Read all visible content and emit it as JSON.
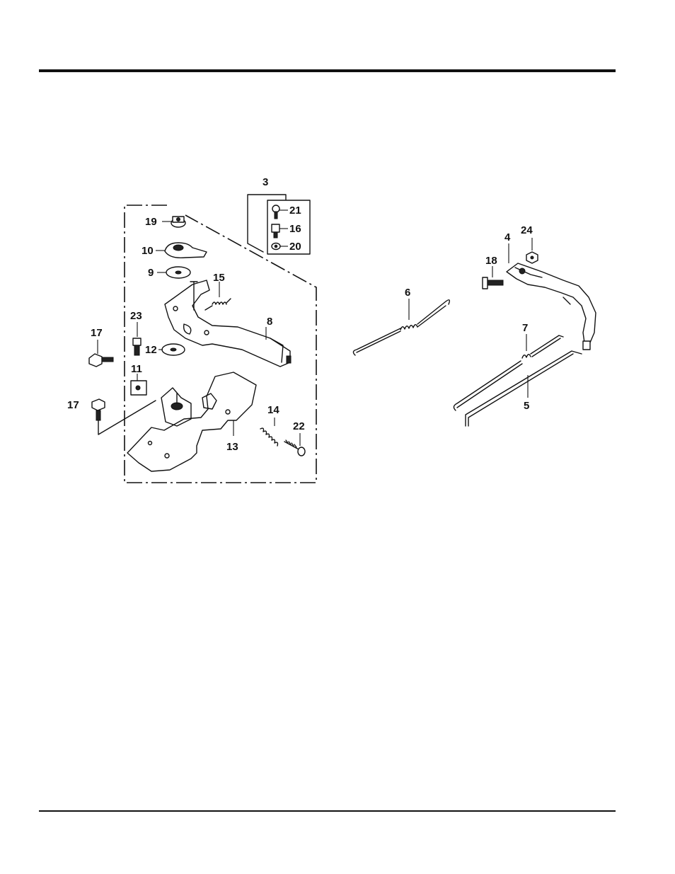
{
  "diagram": {
    "callouts": [
      {
        "id": "c3",
        "label": "3"
      },
      {
        "id": "c21",
        "label": "21"
      },
      {
        "id": "c16",
        "label": "16"
      },
      {
        "id": "c20",
        "label": "20"
      },
      {
        "id": "c19",
        "label": "19"
      },
      {
        "id": "c10",
        "label": "10"
      },
      {
        "id": "c9",
        "label": "9"
      },
      {
        "id": "c15",
        "label": "15"
      },
      {
        "id": "c23",
        "label": "23"
      },
      {
        "id": "c17a",
        "label": "17"
      },
      {
        "id": "c8",
        "label": "8"
      },
      {
        "id": "c12",
        "label": "12"
      },
      {
        "id": "c11",
        "label": "11"
      },
      {
        "id": "c17b",
        "label": "17"
      },
      {
        "id": "c14",
        "label": "14"
      },
      {
        "id": "c22",
        "label": "22"
      },
      {
        "id": "c13",
        "label": "13"
      },
      {
        "id": "c6",
        "label": "6"
      },
      {
        "id": "c4",
        "label": "4"
      },
      {
        "id": "c24",
        "label": "24"
      },
      {
        "id": "c18",
        "label": "18"
      },
      {
        "id": "c7",
        "label": "7"
      },
      {
        "id": "c5",
        "label": "5"
      }
    ]
  },
  "colors": {
    "ink": "#111111",
    "paper": "#ffffff"
  }
}
